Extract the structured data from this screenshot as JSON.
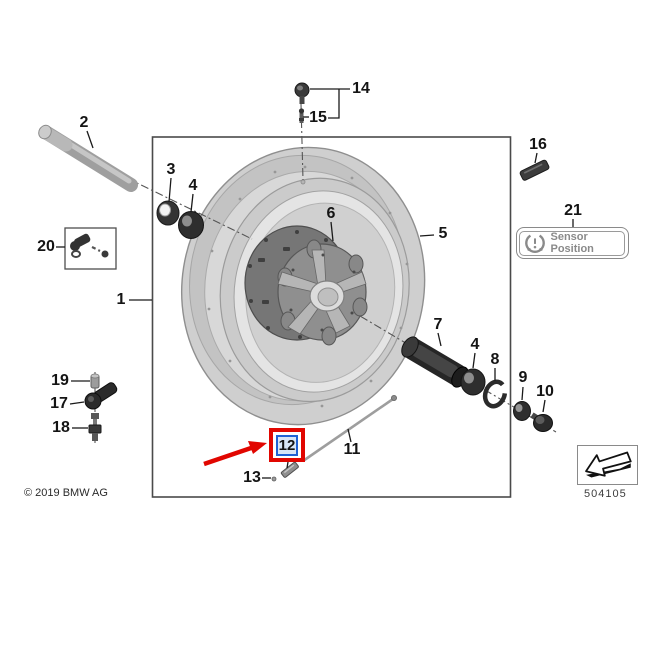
{
  "diagram": {
    "copyright": "© 2019 BMW AG",
    "part_number": "504105",
    "sensor_badge": {
      "icon": "tpms-warning-icon",
      "label": "Sensor Position"
    },
    "callouts": {
      "c1": "1",
      "c2": "2",
      "c3": "3",
      "c4": "4",
      "c4b": "4",
      "c5": "5",
      "c6": "6",
      "c7": "7",
      "c8": "8",
      "c9": "9",
      "c10": "10",
      "c11": "11",
      "c12": "12",
      "c13": "13",
      "c14": "14",
      "c15": "15",
      "c16": "16",
      "c17": "17",
      "c18": "18",
      "c19": "19",
      "c20": "20",
      "c21": "21"
    },
    "colors": {
      "highlight_red": "#e10600",
      "highlight_blue": "#2062d4",
      "highlight_fill": "#d7e6f7",
      "line": "#1a1a1a"
    }
  }
}
